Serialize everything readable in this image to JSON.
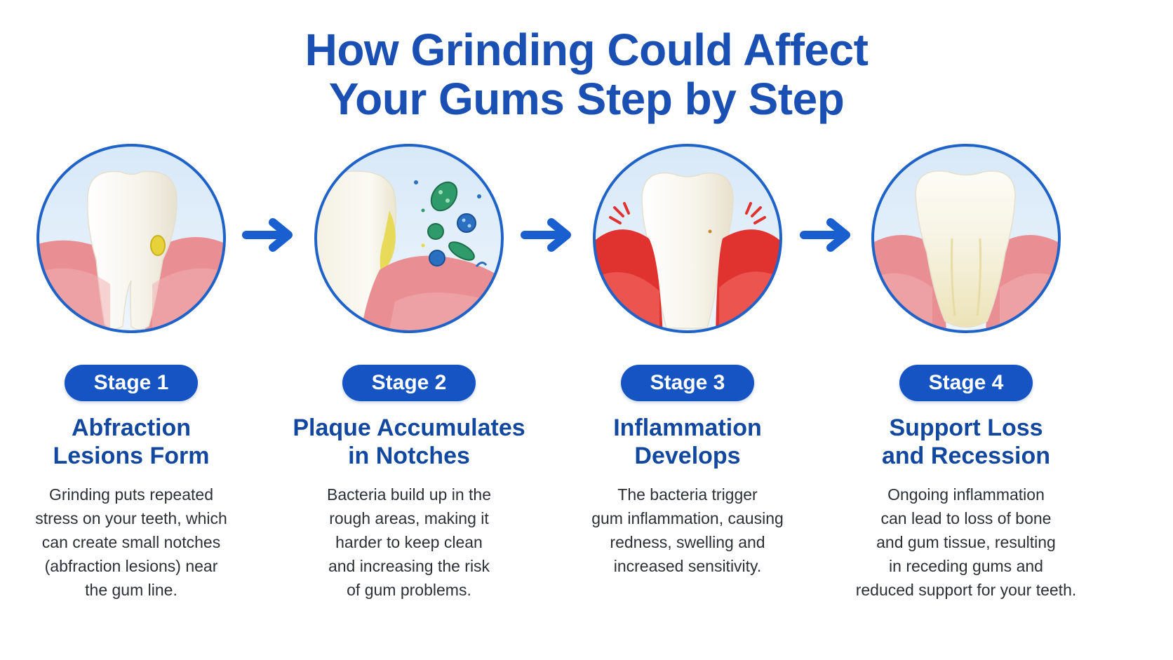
{
  "title": {
    "line1": "How Grinding Could Affect",
    "line2": "Your Gums Step by Step"
  },
  "stages": [
    {
      "badge": "Stage 1",
      "heading": [
        "Abfraction",
        "Lesions Form"
      ],
      "description": [
        "Grinding puts repeated",
        "stress on your teeth, which",
        "can create small notches",
        "(abfraction lesions) near",
        "the gum line."
      ]
    },
    {
      "badge": "Stage 2",
      "heading": [
        "Plaque Accumulates",
        "in Notches"
      ],
      "description": [
        "Bacteria build up in the",
        "rough areas, making it",
        "harder to keep clean",
        "and increasing the risk",
        "of gum problems."
      ]
    },
    {
      "badge": "Stage 3",
      "heading": [
        "Inflammation",
        "Develops"
      ],
      "description": [
        "The bacteria trigger",
        "gum inflammation, causing",
        "redness, swelling and",
        "increased sensitivity."
      ]
    },
    {
      "badge": "Stage 4",
      "heading": [
        "Support Loss",
        "and Recession"
      ],
      "description": [
        "Ongoing inflammation",
        "can lead to loss of bone",
        "and gum tissue, resulting",
        "in receding gums and",
        "reduced support for your teeth."
      ]
    }
  ],
  "colors": {
    "title": "#1a4fb3",
    "badge": "#1554c2",
    "heading": "#12489f",
    "ring": "#1f63c9",
    "arrow": "#1a5fd0",
    "gum": "#e98f94",
    "inflamed_gum": "#e0322f",
    "tooth": "#fbfaf4",
    "plaque": "#e6d84a",
    "bacteria": "#2f9a6a"
  }
}
